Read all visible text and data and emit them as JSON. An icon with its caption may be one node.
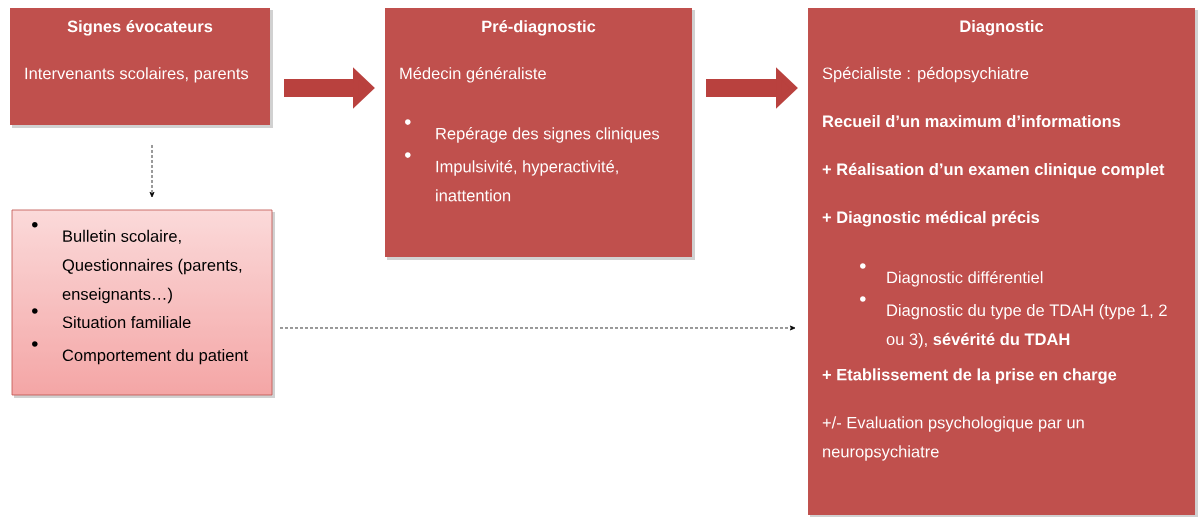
{
  "diagram": {
    "nodes": [
      {
        "text": [
          "Signes évocateurs",
          "Intervenants scolaires, parents"
        ]
      },
      {
        "text": [
          "Pré-diagnostic",
          "Médecin généraliste",
          "Repérage des signes cliniques",
          "Impulsivité, hyperactivité, inattention"
        ]
      },
      {
        "text": [
          "Diagnostic",
          "Spécialiste : pédopsychiatre",
          "Recueil d’un maximum d’informations",
          "+ Réalisation d’un examen clinique complet",
          "+ Diagnostic médical précis",
          "Diagnostic différentiel",
          "Diagnostic du type de TDAH (type 1, 2 ou 3), **sévérité du TDAH**",
          "+ Etablissement de la prise en charge",
          "+/- Evaluation psychologique par un neuropsychiatre"
        ]
      },
      {
        "text": [
          "Bulletin scolaire, Questionnaires (parents, enseignants…)",
          "Situation familiale",
          "Comportement du patient"
        ]
      }
    ],
    "edges": [
      {
        "from": 0,
        "to": 1,
        "arrow": "to",
        "style": "thick",
        "color": "#b9413e"
      },
      {
        "from": 1,
        "to": 2,
        "arrow": "to",
        "style": "thick",
        "color": "#b9413e"
      },
      {
        "from": 0,
        "to": 3,
        "arrow": "to",
        "style": "dashed",
        "color": "#000000"
      },
      {
        "from": 3,
        "to": 2,
        "arrow": "to",
        "style": "dashed",
        "color": "#000000"
      }
    ]
  }
}
